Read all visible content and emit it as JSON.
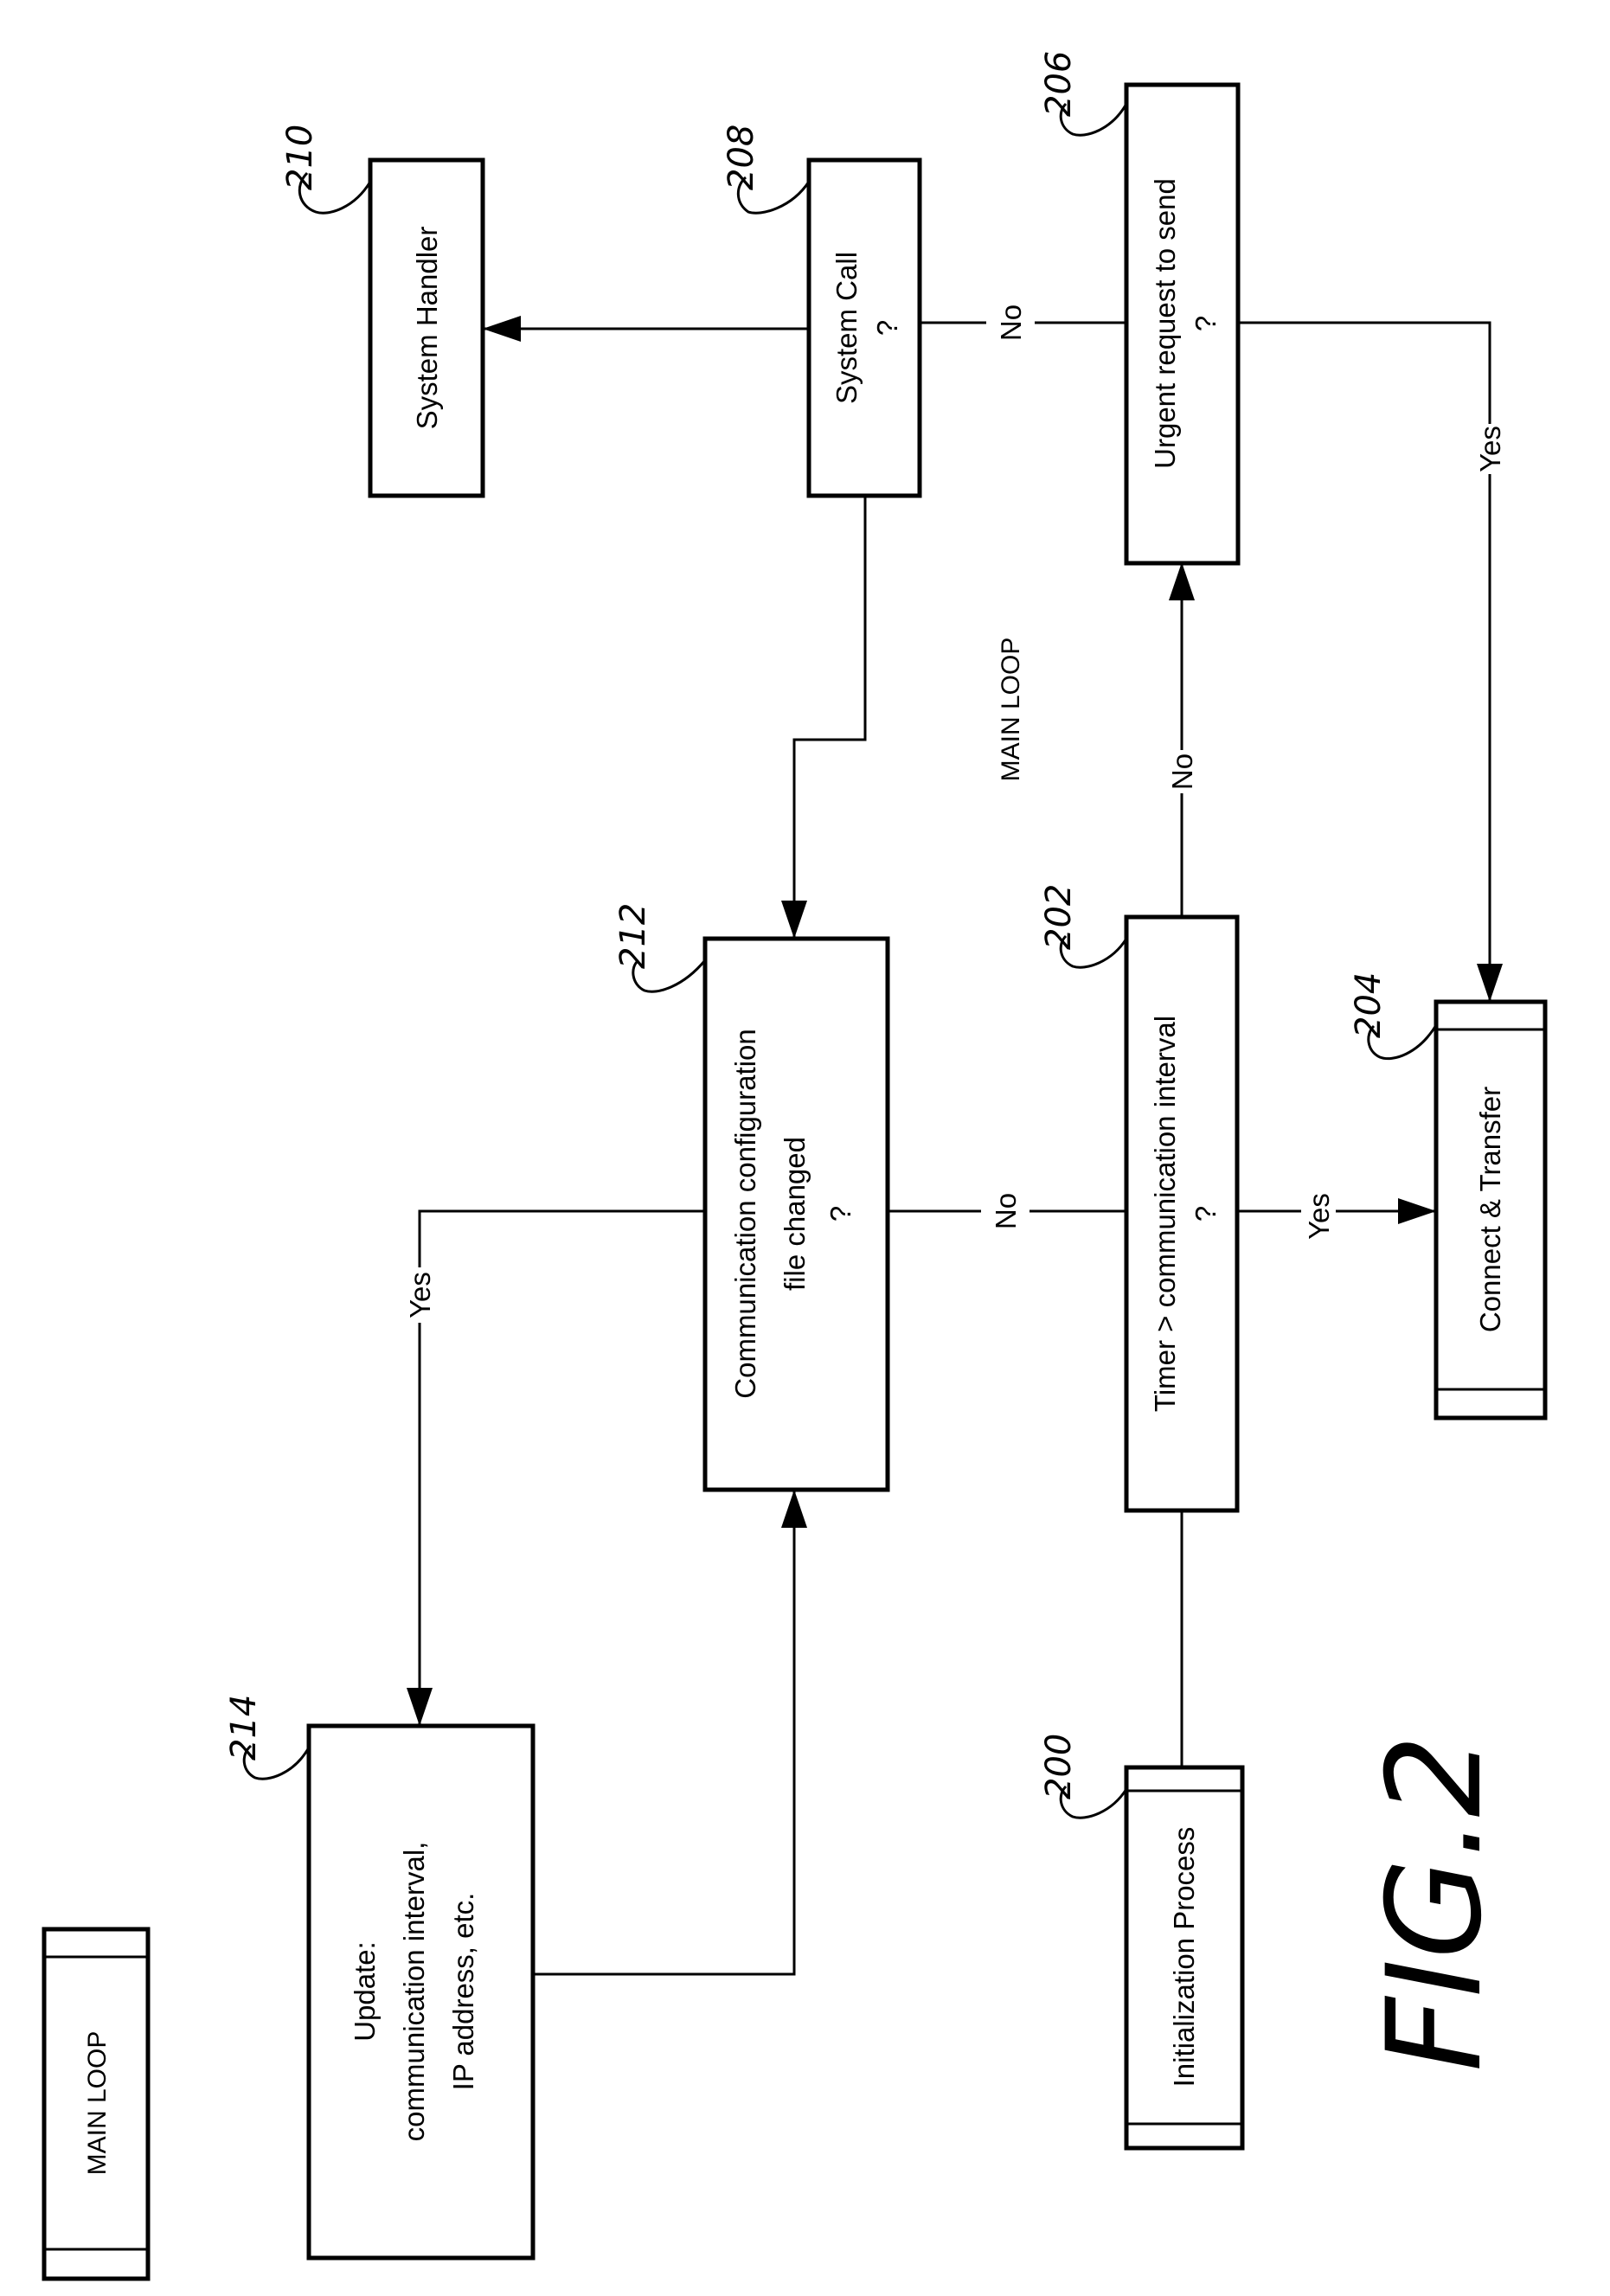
{
  "figure": {
    "label": "FIG.2",
    "section_label": "MAIN LOOP"
  },
  "legend": {
    "title": "MAIN LOOP"
  },
  "nodes": {
    "n200": {
      "ref": "200",
      "text": "Initialization Process"
    },
    "n202": {
      "ref": "202",
      "line1": "Timer > communication interval",
      "line2": "?"
    },
    "n204": {
      "ref": "204",
      "text": "Connect & Transfer"
    },
    "n206": {
      "ref": "206",
      "line1": "Urgent request to send",
      "line2": "?"
    },
    "n208": {
      "ref": "208",
      "line1": "System Call",
      "line2": "?"
    },
    "n210": {
      "ref": "210",
      "text": "System Handler"
    },
    "n212": {
      "ref": "212",
      "line1": "Communication configuration",
      "line2": "file changed",
      "line3": "?"
    },
    "n214": {
      "ref": "214",
      "line1": "Update:",
      "line2": "communication interval,",
      "line3": "IP address, etc."
    }
  },
  "edges": {
    "e202_204": "Yes",
    "e202_206": "No",
    "e206_204": "Yes",
    "e206_208": "No",
    "e202_212": "No",
    "e212_214": "Yes"
  }
}
